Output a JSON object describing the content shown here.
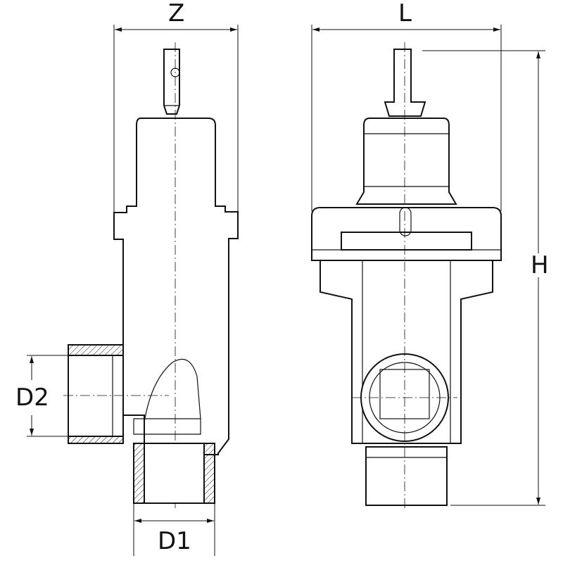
{
  "dimensions": {
    "z": "Z",
    "l": "L",
    "h": "H",
    "d1": "D1",
    "d2": "D2"
  },
  "colors": {
    "line": "#111111",
    "background": "#ffffff"
  }
}
